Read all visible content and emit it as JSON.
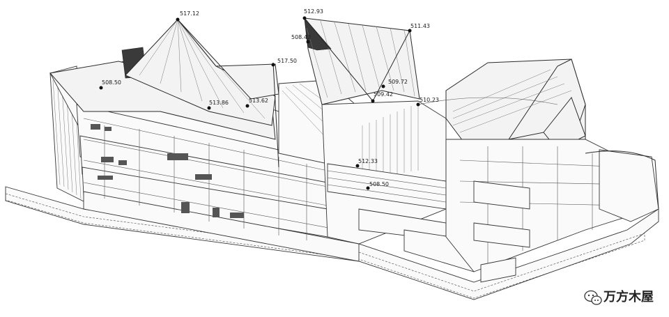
{
  "elevation_markers": [
    {
      "id": "m1",
      "label": "517.12"
    },
    {
      "id": "m2",
      "label": "512.93"
    },
    {
      "id": "m3",
      "label": "511.43"
    },
    {
      "id": "m4",
      "label": "508.43"
    },
    {
      "id": "m5",
      "label": "517.50"
    },
    {
      "id": "m6",
      "label": "509.72"
    },
    {
      "id": "m7",
      "label": "509.42"
    },
    {
      "id": "m8",
      "label": "510.23"
    },
    {
      "id": "m9",
      "label": "508.50"
    },
    {
      "id": "m10",
      "label": "513.86"
    },
    {
      "id": "m11",
      "label": "513.62"
    },
    {
      "id": "m12",
      "label": "512.33"
    },
    {
      "id": "m13",
      "label": "508.50"
    }
  ],
  "watermark": {
    "text": "万方木屋",
    "icon": "wechat-icon"
  }
}
